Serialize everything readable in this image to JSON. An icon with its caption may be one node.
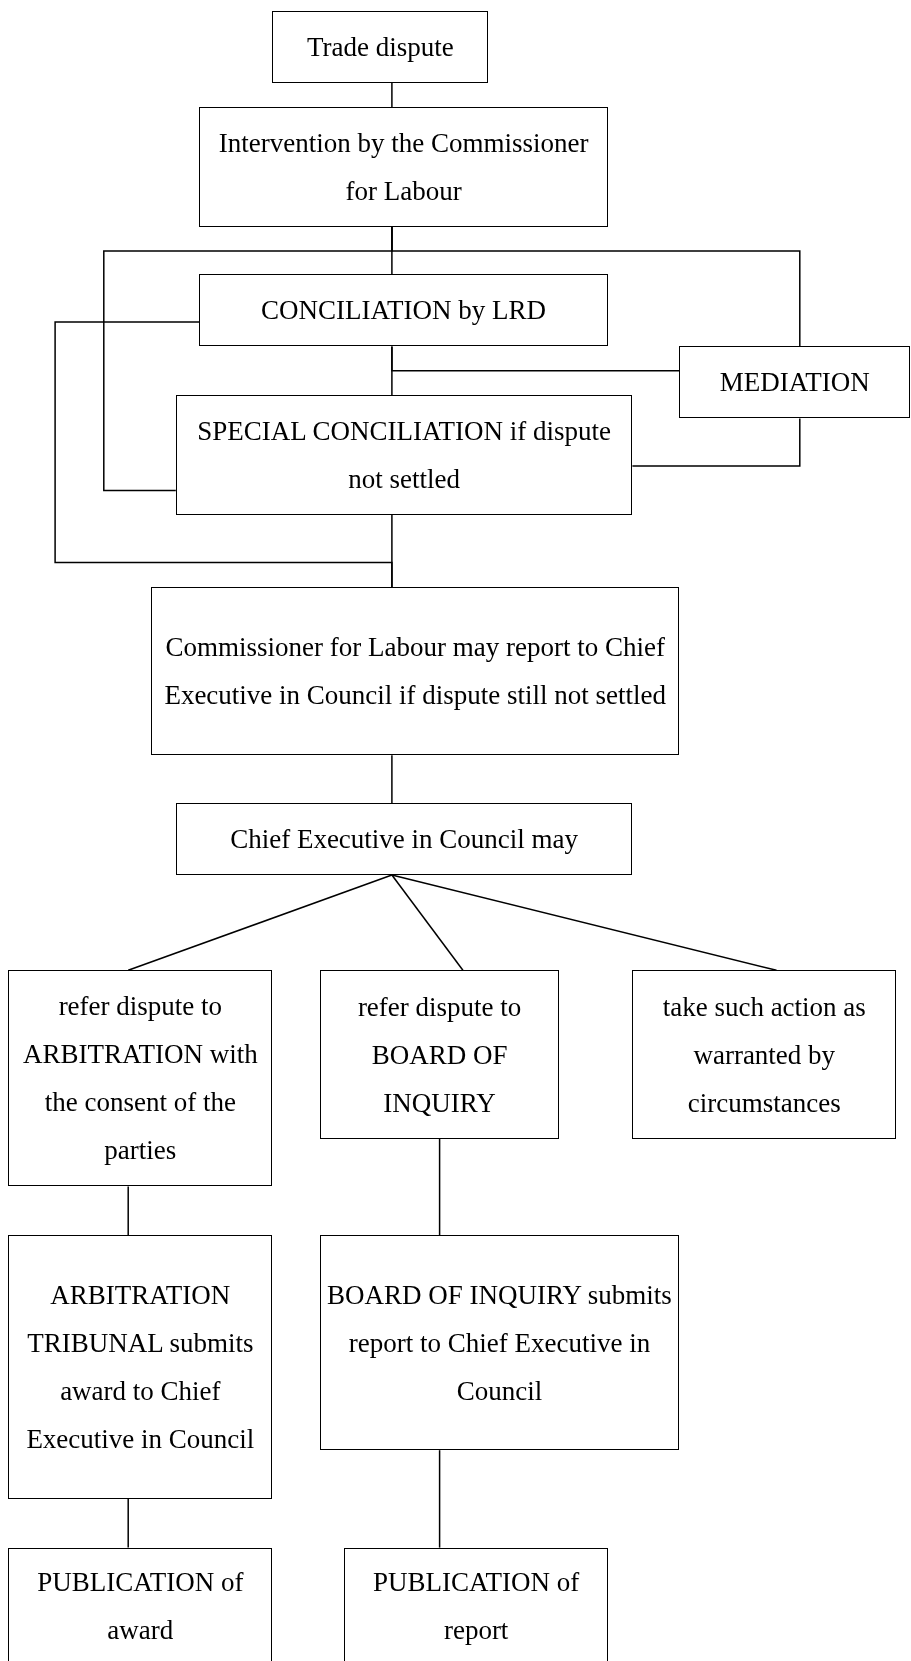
{
  "diagram": {
    "nodes": [
      {
        "text": [
          "Trade dispute"
        ]
      },
      {
        "text": [
          "Intervention by the Commissioner for Labour"
        ]
      },
      {
        "text": [
          "CONCILIATION by LRD"
        ]
      },
      {
        "text": [
          "MEDIATION"
        ]
      },
      {
        "text": [
          "SPECIAL CONCILIATION if dispute not settled"
        ]
      },
      {
        "text": [
          "Commissioner for Labour may report to Chief Executive in Council if dispute still not settled"
        ]
      },
      {
        "text": [
          "Chief Executive in Council may"
        ]
      },
      {
        "text": [
          "refer dispute to ARBITRATION with the consent of the parties"
        ]
      },
      {
        "text": [
          "refer dispute to BOARD OF INQUIRY"
        ]
      },
      {
        "text": [
          "take such action as warranted by circumstances"
        ]
      },
      {
        "text": [
          "ARBITRATION TRIBUNAL submits award to Chief Executive in Council"
        ]
      },
      {
        "text": [
          "BOARD OF INQUIRY submits report to Chief Executive in Council"
        ]
      },
      {
        "text": [
          "PUBLICATION of award"
        ]
      },
      {
        "text": [
          "PUBLICATION of report"
        ]
      }
    ],
    "edges": [
      {
        "from": 0,
        "to": 1,
        "arrow": "none"
      },
      {
        "from": 1,
        "to": 2,
        "arrow": "none"
      },
      {
        "from": 1,
        "to": 4,
        "arrow": "none"
      },
      {
        "from": 1,
        "to": 3,
        "arrow": "none"
      },
      {
        "from": 2,
        "to": 4,
        "arrow": "none"
      },
      {
        "from": 2,
        "to": 3,
        "arrow": "none"
      },
      {
        "from": 3,
        "to": 4,
        "arrow": "none"
      },
      {
        "from": 2,
        "to": 5,
        "arrow": "none"
      },
      {
        "from": 4,
        "to": 5,
        "arrow": "none"
      },
      {
        "from": 5,
        "to": 6,
        "arrow": "none"
      },
      {
        "from": 6,
        "to": 7,
        "arrow": "none"
      },
      {
        "from": 6,
        "to": 8,
        "arrow": "none"
      },
      {
        "from": 6,
        "to": 9,
        "arrow": "none"
      },
      {
        "from": 7,
        "to": 10,
        "arrow": "none"
      },
      {
        "from": 10,
        "to": 12,
        "arrow": "none"
      },
      {
        "from": 8,
        "to": 11,
        "arrow": "none"
      },
      {
        "from": 11,
        "to": 13,
        "arrow": "none"
      }
    ]
  }
}
